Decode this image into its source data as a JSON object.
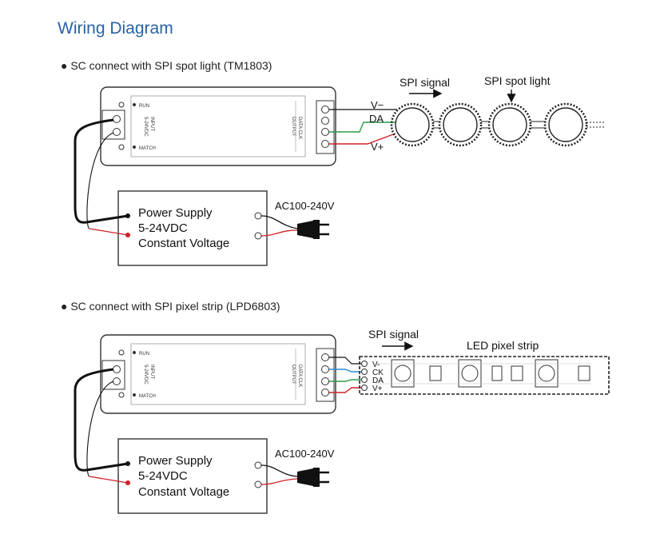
{
  "title": "Wiring Diagram",
  "sections": [
    {
      "label": "● SC connect with SPI spot light (TM1803)",
      "spi_signal": "SPI signal",
      "load_label": "SPI spot light",
      "wires": [
        "V−",
        "DA",
        "V+"
      ],
      "power_supply": {
        "line1": "Power Supply",
        "line2": "5-24VDC",
        "line3": "Constant Voltage",
        "ac": "AC100-240V"
      },
      "controller": {
        "run": "RUN",
        "match": "MATCH",
        "input": "INPUT",
        "input_v": "5-24VDC",
        "output": "OUTPUT",
        "output_pins": "DATA CLK"
      }
    },
    {
      "label": "● SC connect with SPI pixel strip (LPD6803)",
      "spi_signal": "SPI signal",
      "load_label": "LED pixel strip",
      "wires": [
        "V-",
        "CK",
        "DA",
        "V+"
      ],
      "power_supply": {
        "line1": "Power Supply",
        "line2": "5-24VDC",
        "line3": "Constant Voltage",
        "ac": "AC100-240V"
      },
      "controller": {
        "run": "RUN",
        "match": "MATCH",
        "input": "INPUT",
        "input_v": "5-24VDC",
        "output": "OUTPUT",
        "output_pins": "DATA CLK"
      }
    }
  ],
  "colors": {
    "title": "#2a62a6",
    "positive": "#d0202a",
    "data": "#2a9a4a",
    "clock": "#2a8ad0",
    "wire": "#111111"
  }
}
